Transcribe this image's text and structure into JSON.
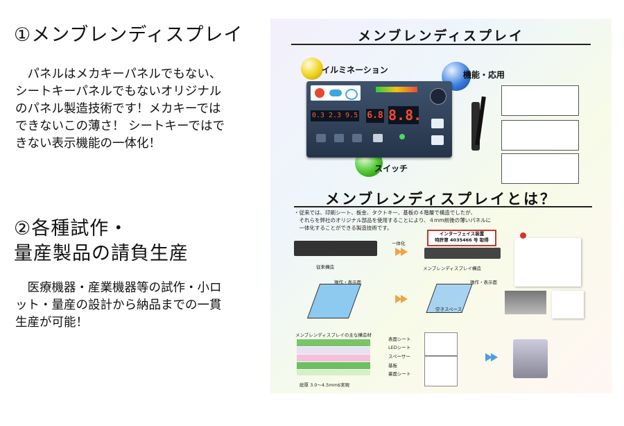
{
  "section1": {
    "heading": "①メンブレンディスプレイ",
    "body": "　パネルはメカキーパネルでもない、\nシートキーパネルでもないオリジナル\nのパネル製造技術です！メカキーでは\nできないこの薄さ！ シートキーではで\nきない表示機能の一体化！"
  },
  "section2": {
    "heading": "②各種試作・\n量産製品の請負生産",
    "body": "　医療機器・産業機器等の試作・小ロ\nット・量産の設計から納品までの一貫\n生産が可能！"
  },
  "poster": {
    "title_top": "メンブレンディスプレイ",
    "label_illumination": "イルミネーション",
    "label_function": "機能・応用",
    "label_switch": "スイッチ",
    "display_main": "8.8.",
    "display_small": "6.8",
    "display_left": "0.3 2.3 9.5",
    "title_mid": "メンブレンディスプレイとは？",
    "description": "・従来では、印刷シート、板金、タクトキー、基板の４階層で構造でしたが、\n　それらを弊社のオリジナル部品を使用することにより、４mm前後の薄いパネルに\n　一体化することができる製造技術です。",
    "interface_box": "インターフェイス装置\n特許第 4035466 号 取得",
    "ittaika": "一体化",
    "cap_old": "従来構造",
    "cap_new": "メンブレンディスプレイ構造",
    "cap_op1": "操作・表示面",
    "cap_op2": "操作・表示面",
    "cap_space": "空きスペース",
    "cap_layers": "メンブレンディスプレイの主な構造材",
    "cap_thick": "総厚 3.0～4.5mm$実現",
    "layer_labels": [
      "表面シート",
      "LEDシート",
      "スペーサー",
      "基板",
      "裏面シート"
    ]
  }
}
